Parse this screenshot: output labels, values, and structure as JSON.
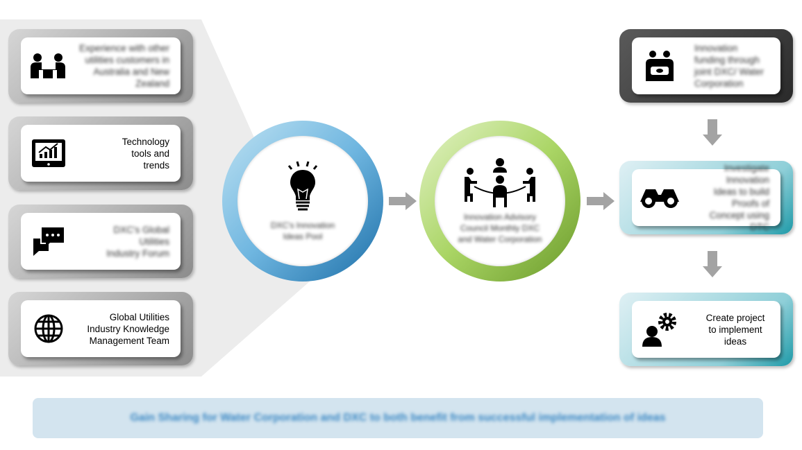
{
  "inputs": [
    {
      "icon": "handshake-people-icon",
      "text": "Experience with other utilities customers in Australia and New Zealand",
      "blurred": true
    },
    {
      "icon": "monitor-chart-icon",
      "text": "Technology tools and trends",
      "blurred": false
    },
    {
      "icon": "chat-bubbles-icon",
      "text": "DXC's Global Utilities Industry Forum",
      "blurred": true
    },
    {
      "icon": "globe-icon",
      "text": "Global Utilities Industry Knowledge Management Team",
      "blurred": false
    }
  ],
  "circles": [
    {
      "icon": "lightbulb-icon",
      "text": "DXC's Innovation Ideas Pool",
      "color": "#4a9fd4"
    },
    {
      "icon": "meeting-table-icon",
      "text": "Innovation Advisory Council Monthly DXC and Water Corporation",
      "color": "#8cc040"
    }
  ],
  "outputs": [
    {
      "icon": "funding-people-icon",
      "text": "Innovation funding through joint DXC/ Water Corporation"
    },
    {
      "icon": "binoculars-icon",
      "text": "Investigate Innovation Ideas to build Proofs of Concept using DTC"
    },
    {
      "icon": "person-gear-icon",
      "text": "Create project to implement ideas"
    }
  ],
  "footer": "Gain Sharing for Water Corporation and DXC to both benefit from successful implementation of ideas"
}
